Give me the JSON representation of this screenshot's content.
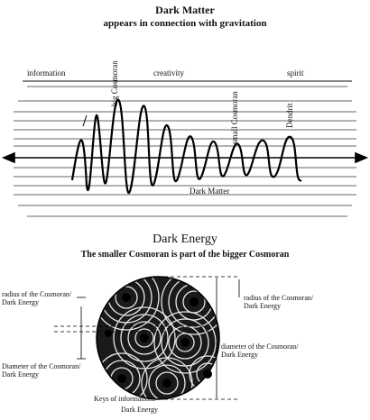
{
  "top": {
    "title_line1": "Dark Matter",
    "title_line2": "appears in connection with gravitation",
    "labels": {
      "information": "information",
      "creativity": "creativity",
      "spirit": "spirit",
      "big_cosmoran": "big Cosmoran",
      "small_cosmoran": "small Cosmoran",
      "dendrit": "Dendrit",
      "dark_matter": "Dark Matter"
    }
  },
  "bottom": {
    "title_line1": "Dark Energy",
    "title_line2": "The smaller Cosmoran is part of the bigger Cosmoran",
    "labels": {
      "radius_left": "radius of the Cosmoran/ Dark Energy",
      "diameter_left": "Diameter of the Cosmoran/ Dark Energy",
      "radius_right": "radius of the Cosmoran/ Dark Energy",
      "diameter_right": "diameter of the Cosmoran/ Dark Energy",
      "keys": "Keys of informations",
      "caption": "Dark Energy"
    }
  },
  "colors": {
    "ink": "#111111",
    "background": "#ffffff"
  }
}
